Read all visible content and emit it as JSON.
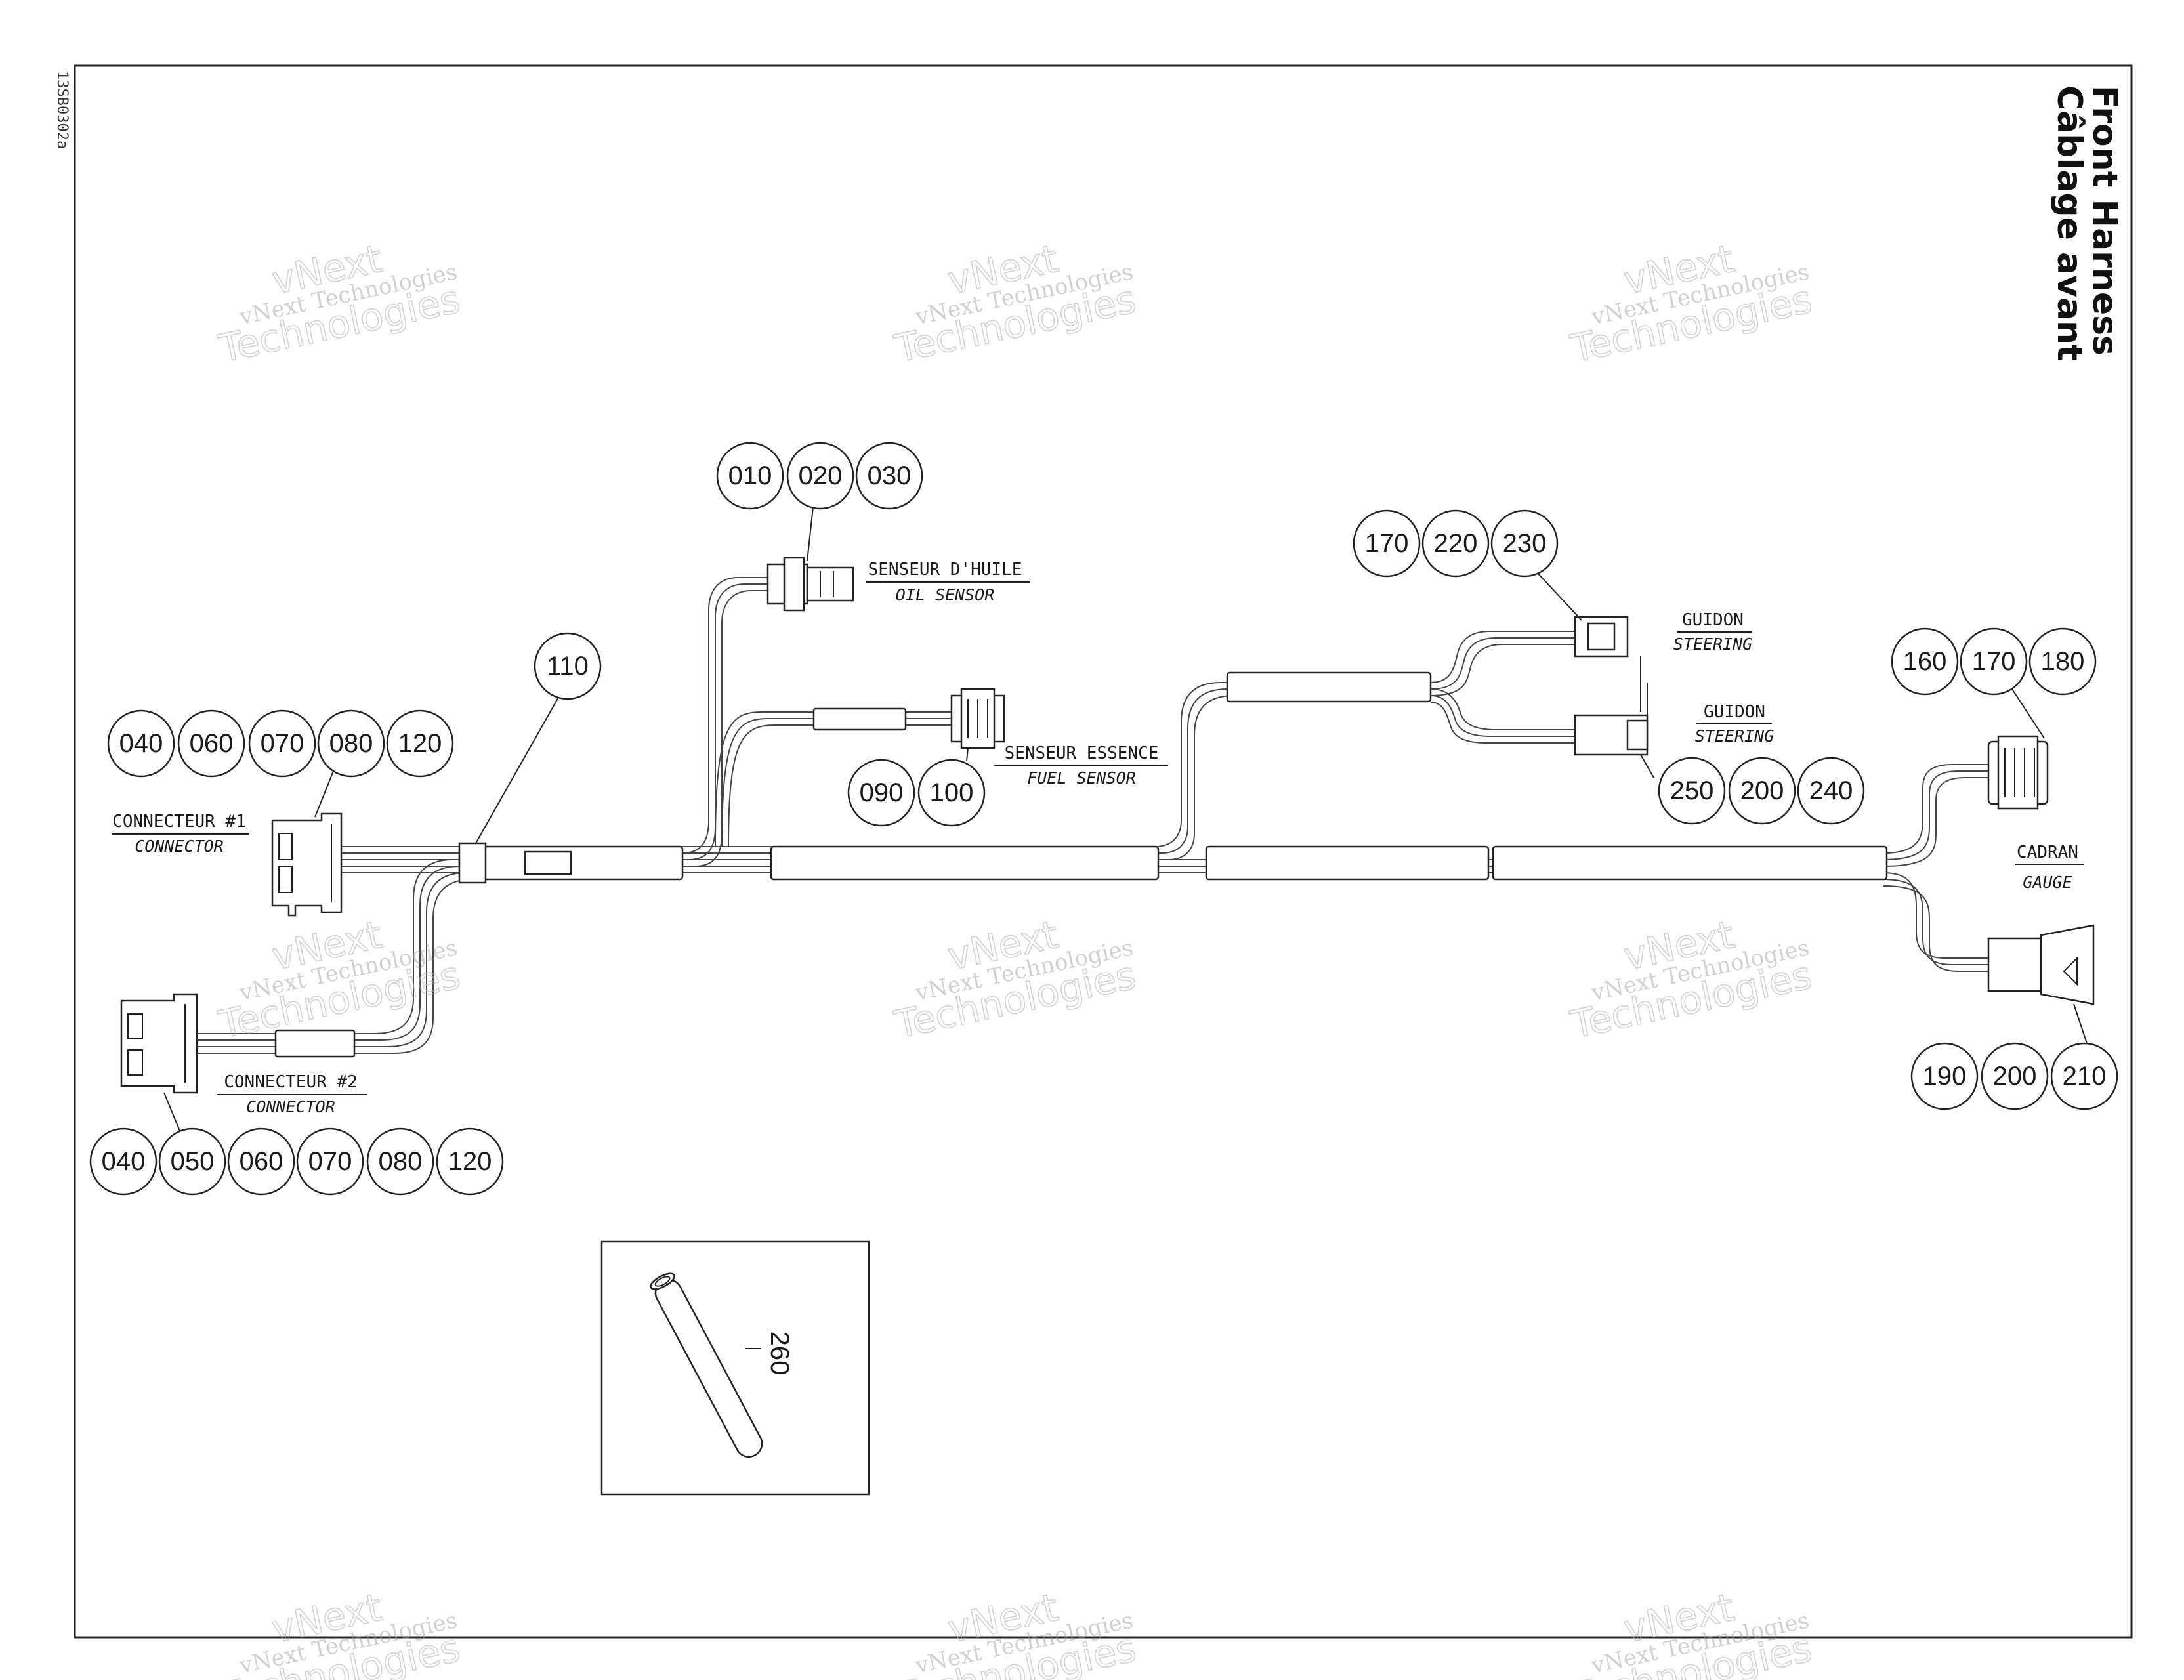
{
  "title": {
    "en": "Front Harness",
    "fr": "Câblage avant"
  },
  "doc_id": "13SB0302a",
  "watermark": {
    "line1": "vNext Technologies",
    "line2": "vNext",
    "line3": "Technologies"
  },
  "callout_groups": {
    "oil_sensor": [
      "010",
      "020",
      "030"
    ],
    "ground": [
      "110"
    ],
    "connector1": [
      "040",
      "060",
      "070",
      "080",
      "120"
    ],
    "fuel_sensor": [
      "090",
      "100"
    ],
    "steering1": [
      "170",
      "220",
      "230"
    ],
    "steering2": [
      "250",
      "200",
      "240"
    ],
    "gauge1": [
      "160",
      "170",
      "180"
    ],
    "gauge2": [
      "190",
      "200",
      "210"
    ],
    "connector2": [
      "040",
      "050",
      "060",
      "070",
      "080",
      "120"
    ],
    "tube": [
      "260"
    ]
  },
  "labels": {
    "oil_sensor": {
      "fr": "SENSEUR D'HUILE",
      "en": "OIL SENSOR"
    },
    "fuel_sensor": {
      "fr": "SENSEUR ESSENCE",
      "en": "FUEL SENSOR"
    },
    "connector1": {
      "fr": "CONNECTEUR #1",
      "en": "CONNECTOR"
    },
    "connector2": {
      "fr": "CONNECTEUR #2",
      "en": "CONNECTOR"
    },
    "steering_top": {
      "fr": "GUIDON",
      "en": "STEERING"
    },
    "steering_bottom": {
      "fr": "GUIDON",
      "en": "STEERING"
    },
    "gauge": {
      "fr": "CADRAN",
      "en": "GAUGE"
    }
  }
}
